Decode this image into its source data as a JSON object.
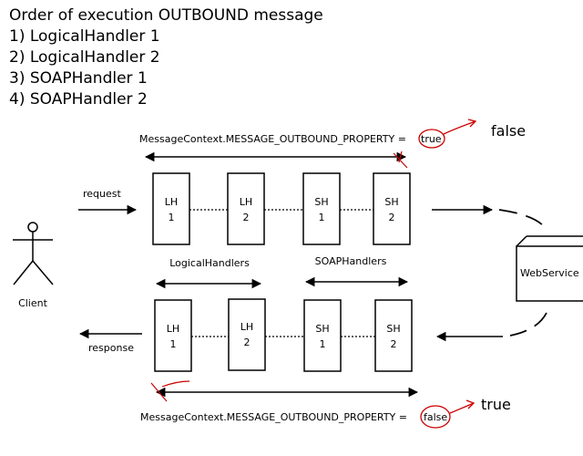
{
  "header": {
    "title": "Order of execution OUTBOUND message",
    "steps": [
      "1) LogicalHandler 1",
      "2) LogicalHandler 2",
      "3) SOAPHandler 1",
      "4) SOAPHandler 2"
    ]
  },
  "diagram": {
    "top_property_label": "MessageContext.MESSAGE_OUTBOUND_PROPERTY =",
    "top_property_value": "true",
    "top_annotation": "false",
    "bottom_property_label": "MessageContext.MESSAGE_OUTBOUND_PROPERTY =",
    "bottom_property_value": "false",
    "bottom_annotation": "true",
    "request_label": "request",
    "response_label": "response",
    "client_label": "Client",
    "webservice_label": "WebService",
    "logical_group_label": "LogicalHandlers",
    "soap_group_label": "SOAPHandlers",
    "top_handlers": [
      {
        "line1": "LH",
        "line2": "1"
      },
      {
        "line1": "LH",
        "line2": "2"
      },
      {
        "line1": "SH",
        "line2": "1"
      },
      {
        "line1": "SH",
        "line2": "2"
      }
    ],
    "bottom_handlers": [
      {
        "line1": "LH",
        "line2": "1"
      },
      {
        "line1": "LH",
        "line2": "2"
      },
      {
        "line1": "SH",
        "line2": "1"
      },
      {
        "line1": "SH",
        "line2": "2"
      }
    ],
    "annotation_color": "#cc0000"
  }
}
